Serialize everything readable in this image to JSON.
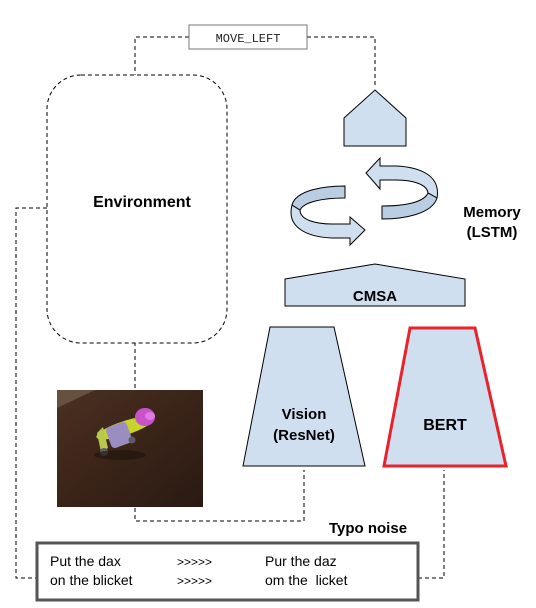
{
  "action": {
    "label": "MOVE_LEFT"
  },
  "environment": {
    "label": "Environment"
  },
  "memory": {
    "line1": "Memory",
    "line2": "(LSTM)"
  },
  "cmsa": {
    "label": "CMSA"
  },
  "vision": {
    "line1": "Vision",
    "line2": "(ResNet)"
  },
  "bert": {
    "label": "BERT"
  },
  "typo": {
    "title": "Typo noise",
    "rows": [
      {
        "original": "Put the dax",
        "arrow": ">>>>>",
        "noisy": "Pur the daz"
      },
      {
        "original": "on the blicket",
        "arrow": ">>>>>",
        "noisy": "om the  licket"
      }
    ]
  },
  "colors": {
    "module_fill": "#cfdff0",
    "bert_border": "#e8232b",
    "box_border": "#555555"
  }
}
